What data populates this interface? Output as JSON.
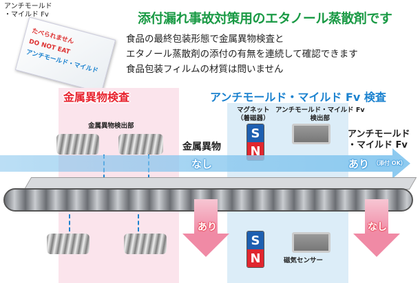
{
  "title": "添付漏れ事故対策用のエタノール蒸散剤です",
  "description": [
    "食品の最終包装形態で金属異物検査と",
    "エタノール蒸散剤の添付の有無を連続して確認できます",
    "食品包装フィルムの材質は問いません"
  ],
  "product": {
    "label_line1": "アンチモールド",
    "label_line2": "・マイルド Fv",
    "sachet_text": [
      "たべられません",
      "DO NOT EAT",
      "アンチモールド・マイルド"
    ]
  },
  "metal_section": {
    "label": "金属異物検査",
    "detector_label": "金属異物検出部"
  },
  "fv_section": {
    "label": "アンチモールド・マイルド Fv 検査",
    "magnet_label_1": "マグネット",
    "magnet_label_2": "（着磁器）",
    "detector_label_1": "アンチモールド・マイルド Fv",
    "detector_label_2": "検出部",
    "sensor_label": "磁気センサー",
    "magnet_s": "S",
    "magnet_n": "N"
  },
  "flow": {
    "metal_label": "金属異物",
    "metal_none": "なし",
    "fv_label_1": "アンチモールド",
    "fv_label_2": "・マイルド Fv",
    "fv_present": "あり",
    "fv_present_note": "（添付 OK）",
    "reject_metal": "あり",
    "reject_fv": "なし"
  },
  "colors": {
    "title": "#1a9a45",
    "metal": "#e8232f",
    "fv": "#1b82cf"
  }
}
